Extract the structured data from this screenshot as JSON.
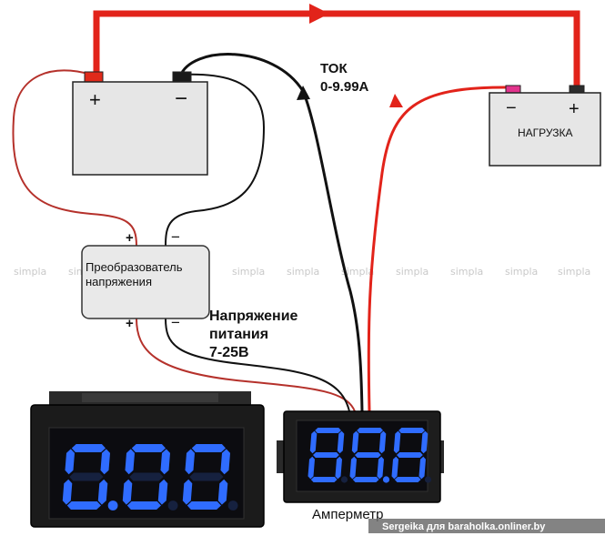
{
  "labels": {
    "current_line1": "ТОК",
    "current_line2": "0-9.99А",
    "supply_line1": "Напряжение",
    "supply_line2": "питания",
    "supply_line3": "7-25В",
    "ammeter": "Амперметр",
    "load": "НАГРУЗКА",
    "converter_line1": "Преобразователь",
    "converter_line2": "напряжения",
    "credit": "Sergeika для baraholka.onliner.by"
  },
  "terminals": {
    "battery_plus": "+",
    "battery_minus": "−",
    "load_minus": "−",
    "load_plus": "+",
    "converter_in_plus": "+",
    "converter_in_minus": "−",
    "converter_out_plus": "+",
    "converter_out_minus": "−"
  },
  "watermark": "simpla",
  "displays": {
    "large": "0.00",
    "small": "88.8"
  },
  "colors": {
    "wire_red": "#e2231a",
    "wire_dark_red": "#b5312b",
    "wire_black": "#111111",
    "segment_blue": "#2f6cff",
    "panel_black": "#1b1b1b",
    "battery_fill": "#e6e6e6",
    "terminal_red": "#e02a1a",
    "terminal_pink": "#e2338c"
  }
}
